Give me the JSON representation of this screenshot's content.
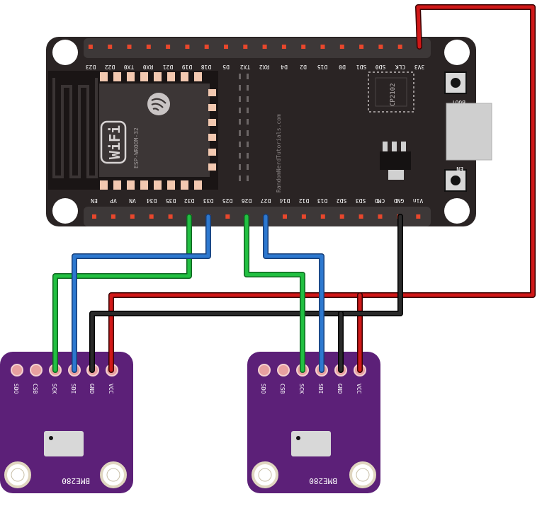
{
  "esp32": {
    "top_pins": [
      "3V3",
      "CLK",
      "SD0",
      "SD1",
      "D0",
      "D15",
      "D2",
      "D4",
      "RX2",
      "TX2",
      "D5",
      "D18",
      "D19",
      "D21",
      "RX0",
      "TX0",
      "D22",
      "D23"
    ],
    "bottom_pins": [
      "EN",
      "VP",
      "VN",
      "D34",
      "D35",
      "D32",
      "D33",
      "D25",
      "D26",
      "D27",
      "D14",
      "D12",
      "D13",
      "SD2",
      "SD3",
      "CMD",
      "GND",
      "Vin"
    ],
    "module_label": "ESP-WROOM-32",
    "wifi_label": "WiFi",
    "chip_label": "CP2102",
    "watermark": "RandomNerdTutorials.com",
    "boot_label": "BOOT",
    "en_label": "EN"
  },
  "sensors": [
    {
      "name": "BME280",
      "pins": [
        "SDO",
        "CSB",
        "SCK",
        "SDI",
        "GND",
        "VCC"
      ]
    },
    {
      "name": "BME280",
      "pins": [
        "SDO",
        "CSB",
        "SCK",
        "SDI",
        "GND",
        "VCC"
      ]
    }
  ],
  "colors": {
    "board": "#2a2424",
    "header": "#3d3838",
    "pin": "#e8472c",
    "sensor": "#5c2078",
    "wire_red": "#d01818",
    "wire_black": "#141414",
    "wire_green": "#22c042",
    "wire_blue": "#2d78cf"
  }
}
